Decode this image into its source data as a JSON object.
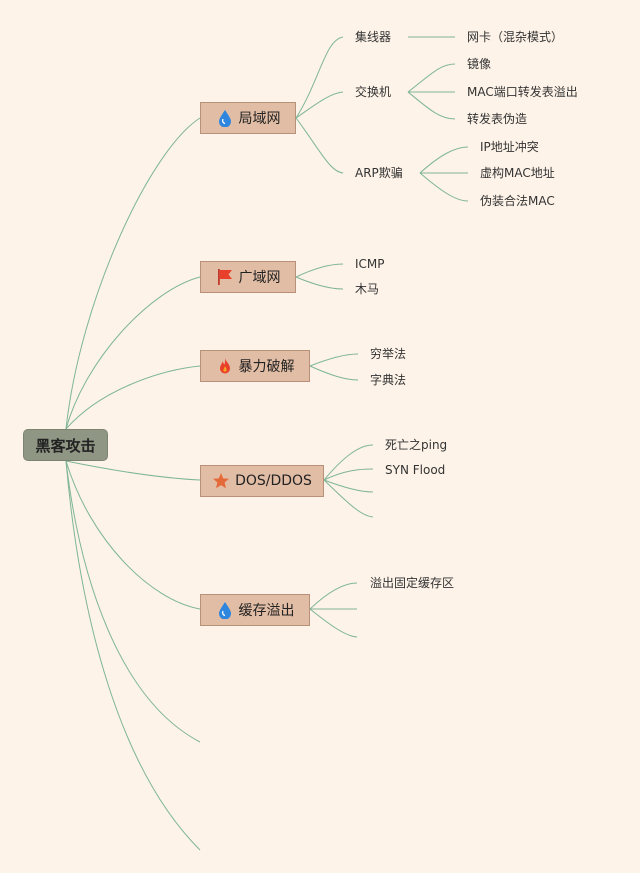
{
  "root": {
    "label": "黑客攻击"
  },
  "branches": [
    {
      "label": "局域网",
      "icon": "water-drop-icon",
      "children": [
        {
          "label": "集线器",
          "children": [
            {
              "label": "网卡（混杂模式）"
            }
          ]
        },
        {
          "label": "交换机",
          "children": [
            {
              "label": "镜像"
            },
            {
              "label": "MAC端口转发表溢出"
            },
            {
              "label": "转发表伪造"
            }
          ]
        },
        {
          "label": "ARP欺骗",
          "children": [
            {
              "label": "IP地址冲突"
            },
            {
              "label": "虚构MAC地址"
            },
            {
              "label": "伪装合法MAC"
            }
          ]
        }
      ]
    },
    {
      "label": "广域网",
      "icon": "red-flag-icon",
      "children": [
        {
          "label": "ICMP"
        },
        {
          "label": "木马"
        }
      ]
    },
    {
      "label": "暴力破解",
      "icon": "fire-icon",
      "children": [
        {
          "label": "穷举法"
        },
        {
          "label": "字典法"
        }
      ]
    },
    {
      "label": "DOS/DDOS",
      "icon": "star-icon",
      "children": [
        {
          "label": "死亡之ping"
        },
        {
          "label": "SYN Flood"
        },
        {
          "label": ""
        },
        {
          "label": ""
        }
      ]
    },
    {
      "label": "缓存溢出",
      "icon": "water-drop-icon",
      "children": [
        {
          "label": "溢出固定缓存区"
        },
        {
          "label": ""
        },
        {
          "label": ""
        }
      ]
    }
  ],
  "colors": {
    "background": "#fdf3e8",
    "line": "#7fb597",
    "root_fill": "#8f9683",
    "branch_fill": "#e2bda5",
    "drop_icon": "#2e86de",
    "flag_icon": "#e8402b",
    "fire_icon": "#e8402b",
    "star_icon": "#e56a3a"
  }
}
